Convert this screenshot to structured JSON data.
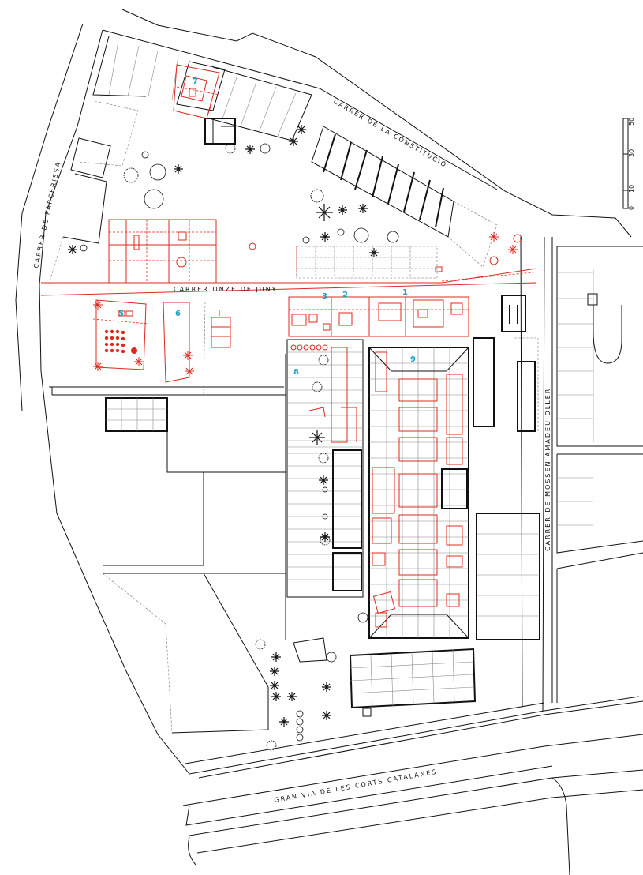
{
  "streets": {
    "constitucio": "CARRER DE LA CONSTITUCIÓ",
    "parcerissa": "CARRER DE PARCERISSA",
    "onze_juny": "CARRER ONZE DE JUNY",
    "mossen": "CARRER DE MOSSEN AMADEU OLLER",
    "gran_via": "GRAN VIA DE LES CORTS CATALANES"
  },
  "scale": {
    "ticks": [
      "0",
      "10",
      "30",
      "50"
    ]
  },
  "buildings": [
    {
      "number": "1"
    },
    {
      "number": "2"
    },
    {
      "number": "3"
    },
    {
      "number": "5"
    },
    {
      "number": "6"
    },
    {
      "number": "7"
    },
    {
      "number": "8"
    },
    {
      "number": "9"
    }
  ],
  "colors": {
    "intervention": "#e0281e",
    "numbers": "#1aa3c7",
    "existing": "#111111"
  }
}
